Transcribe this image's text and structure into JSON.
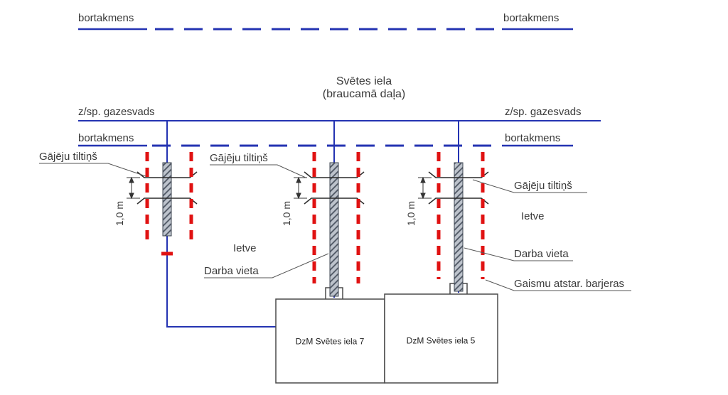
{
  "colors": {
    "pipe_blue": "#2433b2",
    "barrier_red": "#e01212",
    "line_dark": "#3a3a3a",
    "trench_hatch_fill": "#bdc3cc"
  },
  "top_curb": {
    "left_label": "bortakmens",
    "right_label": "bortakmens"
  },
  "street": {
    "name": "Svētes iela",
    "subtitle": "(braucamā daļa)"
  },
  "gas_main": {
    "left_label": "z/sp. gazesvads",
    "right_label": "z/sp. gazesvads"
  },
  "lower_curb": {
    "left_label": "bortakmens",
    "right_label": "bortakmens"
  },
  "callouts": {
    "bridge_site1": "Gājēju tiltiņš",
    "bridge_site2": "Gājēju tiltiņš",
    "bridge_site3": "Gājēju tiltiņš",
    "sidewalk_mid": "Ietve",
    "sidewalk_right": "Ietve",
    "work_area_mid": "Darba vieta",
    "work_area_right": "Darba vieta",
    "barriers_right": "Gaismu atstar. barjeras"
  },
  "dimensions": {
    "site1": "1,0 m",
    "site2": "1,0 m",
    "site3": "1,0 m"
  },
  "buildings": {
    "left_label": "DzM Svētes iela 7",
    "right_label": "DzM Svētes iela 5"
  }
}
